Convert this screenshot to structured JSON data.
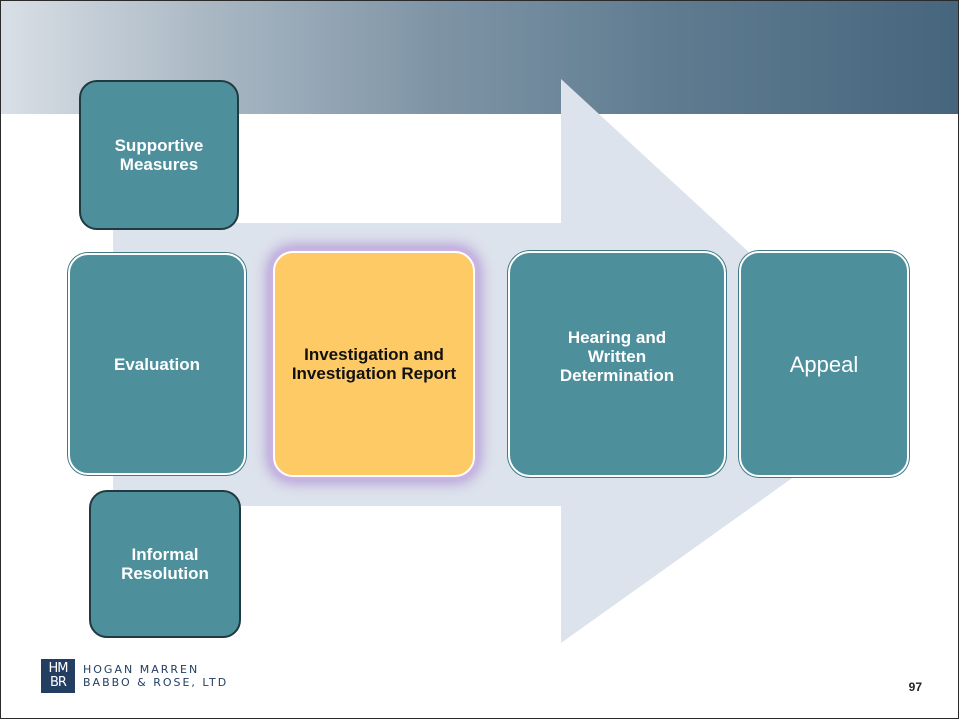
{
  "diagram": {
    "steps": {
      "supportive_measures": "Supportive Measures",
      "evaluation": "Evaluation",
      "informal_resolution": "Informal Resolution",
      "investigation": "Investigation and Investigation Report",
      "hearing": "Hearing and Written Determination",
      "appeal": "Appeal"
    },
    "highlighted_step": "investigation",
    "colors": {
      "box": "#4e8f9c",
      "highlight": "#fdca66",
      "arrow": "#dde3ec",
      "header": "#46667d"
    }
  },
  "footer": {
    "logo_mark_top": "HM",
    "logo_mark_bottom": "BR",
    "logo_line1": "HOGAN MARREN",
    "logo_line2": "BABBO & ROSE, LTD",
    "page_number": "97"
  }
}
